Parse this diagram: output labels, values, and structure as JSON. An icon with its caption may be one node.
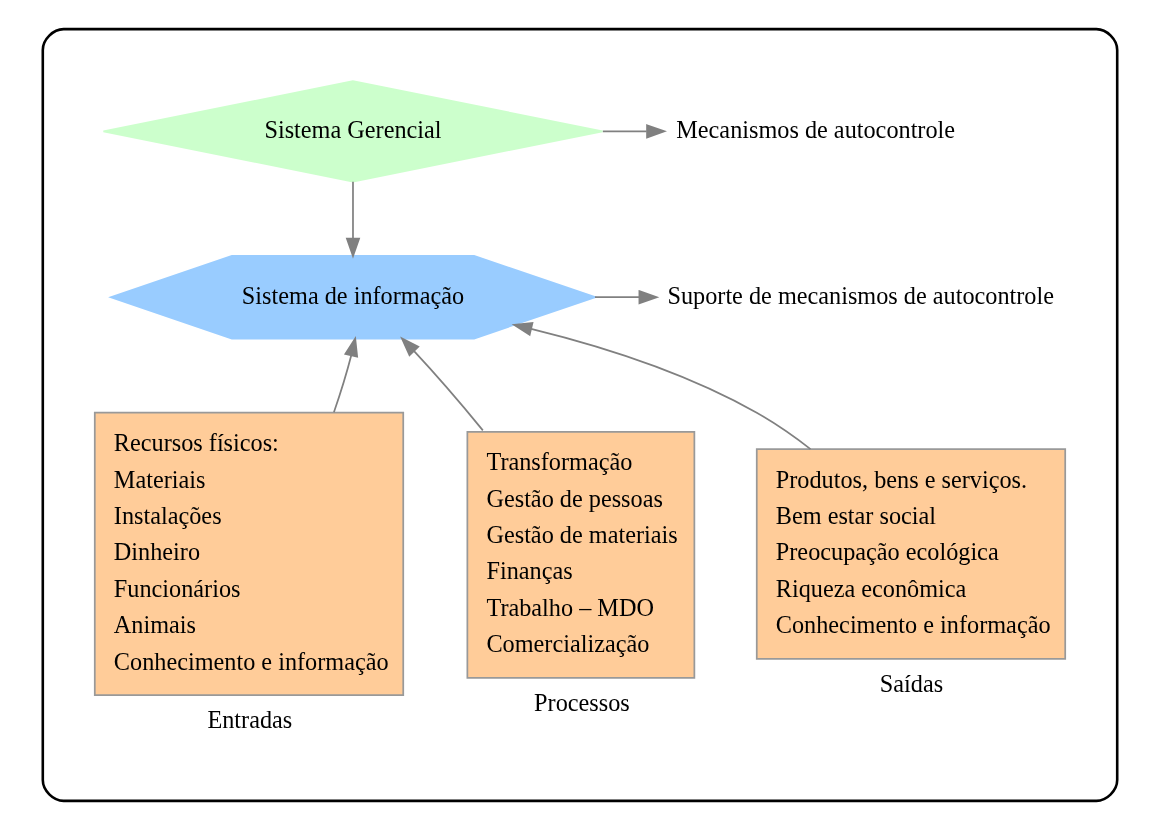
{
  "diagram": {
    "nodes": [
      {
        "text": [],
        "shape": "ellipse"
      },
      {
        "text": [
          "Sistema Gerencial"
        ],
        "in": 0
      },
      {
        "text": [
          "Mecanismos de autocontrole"
        ],
        "in": 0
      },
      {
        "text": [
          "Sistema de informação"
        ],
        "in": 0
      },
      {
        "text": [
          "Suporte de mecanismos de autocontrole"
        ],
        "in": 0
      },
      {
        "text": [
          "Recursos físicos:",
          "Materiais",
          "Instalações",
          "Dinheiro",
          "Funcionários",
          "Animais",
          "Conhecimento e informação"
        ],
        "beside": [
          "Entradas"
        ],
        "in": 0
      },
      {
        "text": [
          "Transformação",
          "Gestão de pessoas",
          "Gestão de materiais",
          "Finanças",
          "Trabalho – MDO",
          "Comercialização"
        ],
        "beside": [
          "Processos"
        ],
        "in": 0
      },
      {
        "text": [
          "Produtos, bens e serviços.",
          "Bem estar social",
          "Preocupação ecológica",
          "Riqueza econômica",
          "Conhecimento e informação"
        ],
        "beside": [
          "Saídas"
        ],
        "in": 0
      }
    ],
    "edges": [
      {
        "from": 1,
        "to": 2,
        "arrow": "to"
      },
      {
        "from": 1,
        "to": 3,
        "arrow": "to"
      },
      {
        "from": 3,
        "to": 4,
        "arrow": "to"
      },
      {
        "from": 5,
        "to": 3,
        "arrow": "to"
      },
      {
        "from": 6,
        "to": 3,
        "arrow": "to"
      },
      {
        "from": 7,
        "to": 3,
        "arrow": "to"
      }
    ]
  }
}
